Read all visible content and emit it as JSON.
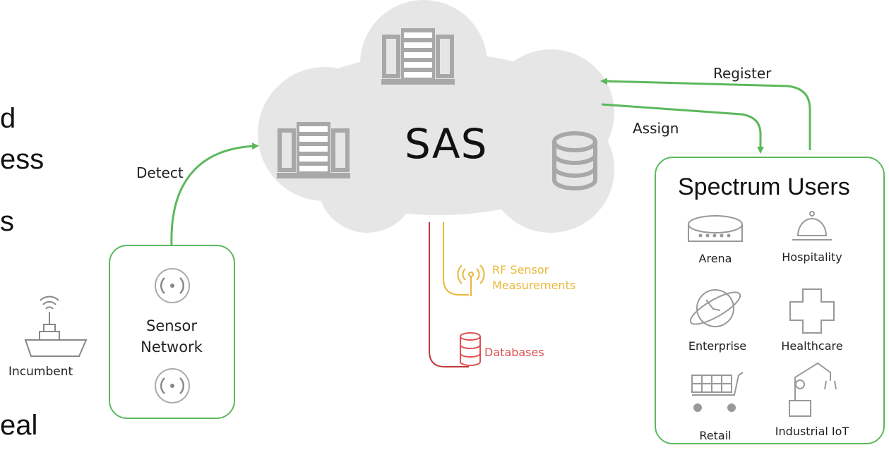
{
  "left_text_fragments": [
    "d",
    "ess",
    "s",
    "eal"
  ],
  "cloud": {
    "title": "SAS"
  },
  "arrows": {
    "detect": "Detect",
    "register": "Register",
    "assign": "Assign"
  },
  "sensor_network": {
    "label_line1": "Sensor",
    "label_line2": "Network"
  },
  "incumbent": {
    "label": "Incumbent"
  },
  "rf_sensor": {
    "line1": "RF Sensor",
    "line2": "Measurements"
  },
  "databases": {
    "label": "Databases"
  },
  "spectrum_users": {
    "title": "Spectrum Users",
    "items": [
      {
        "label": "Arena",
        "icon": "arena-icon"
      },
      {
        "label": "Hospitality",
        "icon": "service-bell-icon"
      },
      {
        "label": "Enterprise",
        "icon": "globe-orbit-icon"
      },
      {
        "label": "Healthcare",
        "icon": "medical-cross-icon"
      },
      {
        "label": "Retail",
        "icon": "shopping-cart-icon"
      },
      {
        "label": "Industrial IoT",
        "icon": "robot-arm-icon"
      }
    ]
  },
  "colors": {
    "green": "#5cb85c",
    "gray": "#a8a8a8",
    "cloud": "#e6e6e6",
    "rf": "#e8b838",
    "db": "#e05050"
  }
}
